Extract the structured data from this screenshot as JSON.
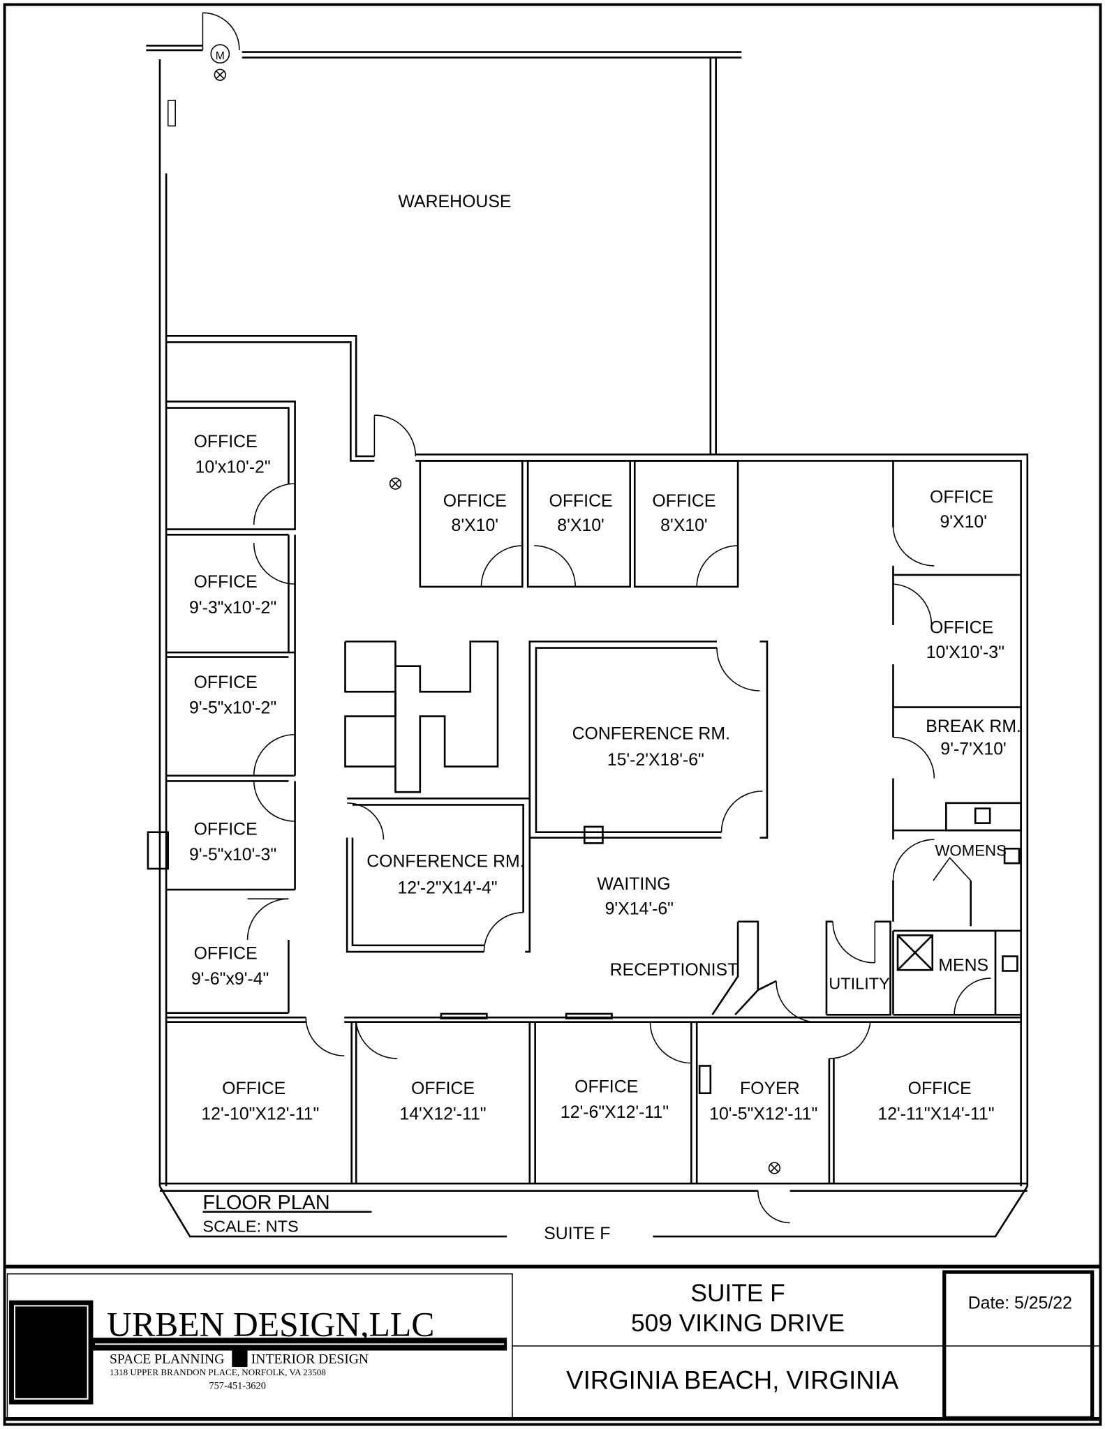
{
  "plan": {
    "title": "FLOOR PLAN",
    "scale": "SCALE: NTS",
    "suite_label": "SUITE F",
    "rooms": {
      "warehouse": "WAREHOUSE",
      "office_l1": [
        "OFFICE",
        "10'x10'-2\""
      ],
      "office_l2": [
        "OFFICE",
        "9'-3\"x10'-2\""
      ],
      "office_l3": [
        "OFFICE",
        "9'-5\"x10'-2\""
      ],
      "office_l4": [
        "OFFICE",
        "9'-5\"x10'-3\""
      ],
      "office_l5": [
        "OFFICE",
        "9'-6\"x9'-4\""
      ],
      "office_t1": [
        "OFFICE",
        "8'X10'"
      ],
      "office_t2": [
        "OFFICE",
        "8'X10'"
      ],
      "office_t3": [
        "OFFICE",
        "8'X10'"
      ],
      "office_r1": [
        "OFFICE",
        "9'X10'"
      ],
      "office_r2": [
        "OFFICE",
        "10'X10'-3\""
      ],
      "break_rm": [
        "BREAK RM.",
        "9'-7'X10'"
      ],
      "womens": "WOMENS",
      "mens": "MENS",
      "utility": "UTILITY",
      "conf_large": [
        "CONFERENCE RM.",
        "15'-2'X18'-6\""
      ],
      "conf_small": [
        "CONFERENCE RM.",
        "12'-2\"X14'-4\""
      ],
      "waiting": [
        "WAITING",
        "9'X14'-6\""
      ],
      "receptionist": "RECEPTIONIST",
      "office_b1": [
        "OFFICE",
        "12'-10\"X12'-11\""
      ],
      "office_b2": [
        "OFFICE",
        "14'X12'-11\""
      ],
      "office_b3": [
        "OFFICE",
        "12'-6\"X12'-11\""
      ],
      "foyer": [
        "FOYER",
        "10'-5\"X12'-11\""
      ],
      "office_b4": [
        "OFFICE",
        "12'-11\"X14'-11\""
      ],
      "meter": "M"
    }
  },
  "title_block": {
    "company": "URBEN DESIGN,LLC",
    "service_1": "SPACE PLANNING",
    "service_2": "INTERIOR DESIGN",
    "address": "1318 UPPER BRANDON PLACE, NORFOLK, VA  23508",
    "phone": "757-451-3620",
    "project_line_1": "SUITE F",
    "project_line_2": "509 VIKING DRIVE",
    "location": "VIRGINIA BEACH, VIRGINIA",
    "date": "Date:  5/25/22"
  }
}
